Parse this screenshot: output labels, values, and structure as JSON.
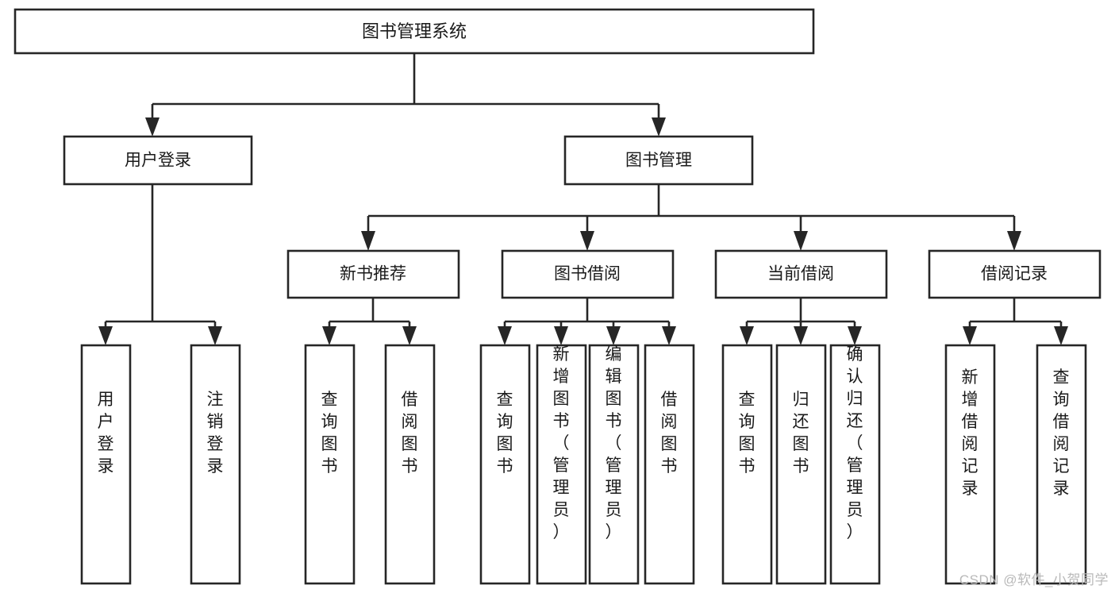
{
  "diagram": {
    "type": "tree-hierarchy",
    "title": "图书管理系统",
    "watermark": "CSDN @软件_小贺同学",
    "colors": {
      "stroke": "#262626",
      "fill": "#ffffff",
      "text": "#1a1a1a",
      "watermark": "#b9b9b9",
      "background": "#ffffff"
    },
    "levels": {
      "root": {
        "label": "图书管理系统"
      },
      "level2": [
        {
          "id": "user-login",
          "label": "用户登录"
        },
        {
          "id": "book-management",
          "label": "图书管理"
        }
      ],
      "level3": [
        {
          "id": "new-book-recommend",
          "label": "新书推荐",
          "parent": "book-management"
        },
        {
          "id": "book-borrow",
          "label": "图书借阅",
          "parent": "book-management"
        },
        {
          "id": "current-borrow",
          "label": "当前借阅",
          "parent": "book-management"
        },
        {
          "id": "borrow-record",
          "label": "借阅记录",
          "parent": "book-management"
        }
      ],
      "leaves": [
        {
          "id": "leaf-user-login",
          "label": "用户登录",
          "parent": "user-login"
        },
        {
          "id": "leaf-logout-login",
          "label": "注销登录",
          "parent": "user-login"
        },
        {
          "id": "leaf-query-book-1",
          "label": "查询图书",
          "parent": "new-book-recommend"
        },
        {
          "id": "leaf-borrow-book-1",
          "label": "借阅图书",
          "parent": "new-book-recommend"
        },
        {
          "id": "leaf-query-book-2",
          "label": "查询图书",
          "parent": "book-borrow"
        },
        {
          "id": "leaf-add-book",
          "label": "新增图书（管理员）",
          "parent": "book-borrow"
        },
        {
          "id": "leaf-edit-book",
          "label": "编辑图书（管理员）",
          "parent": "book-borrow"
        },
        {
          "id": "leaf-borrow-book-2",
          "label": "借阅图书",
          "parent": "book-borrow"
        },
        {
          "id": "leaf-query-book-3",
          "label": "查询图书",
          "parent": "current-borrow"
        },
        {
          "id": "leaf-return-book",
          "label": "归还图书",
          "parent": "current-borrow"
        },
        {
          "id": "leaf-confirm-return",
          "label": "确认归还（管理员）",
          "parent": "current-borrow"
        },
        {
          "id": "leaf-add-record",
          "label": "新增借阅记录",
          "parent": "borrow-record"
        },
        {
          "id": "leaf-query-record",
          "label": "查询借阅记录",
          "parent": "borrow-record"
        }
      ]
    }
  }
}
